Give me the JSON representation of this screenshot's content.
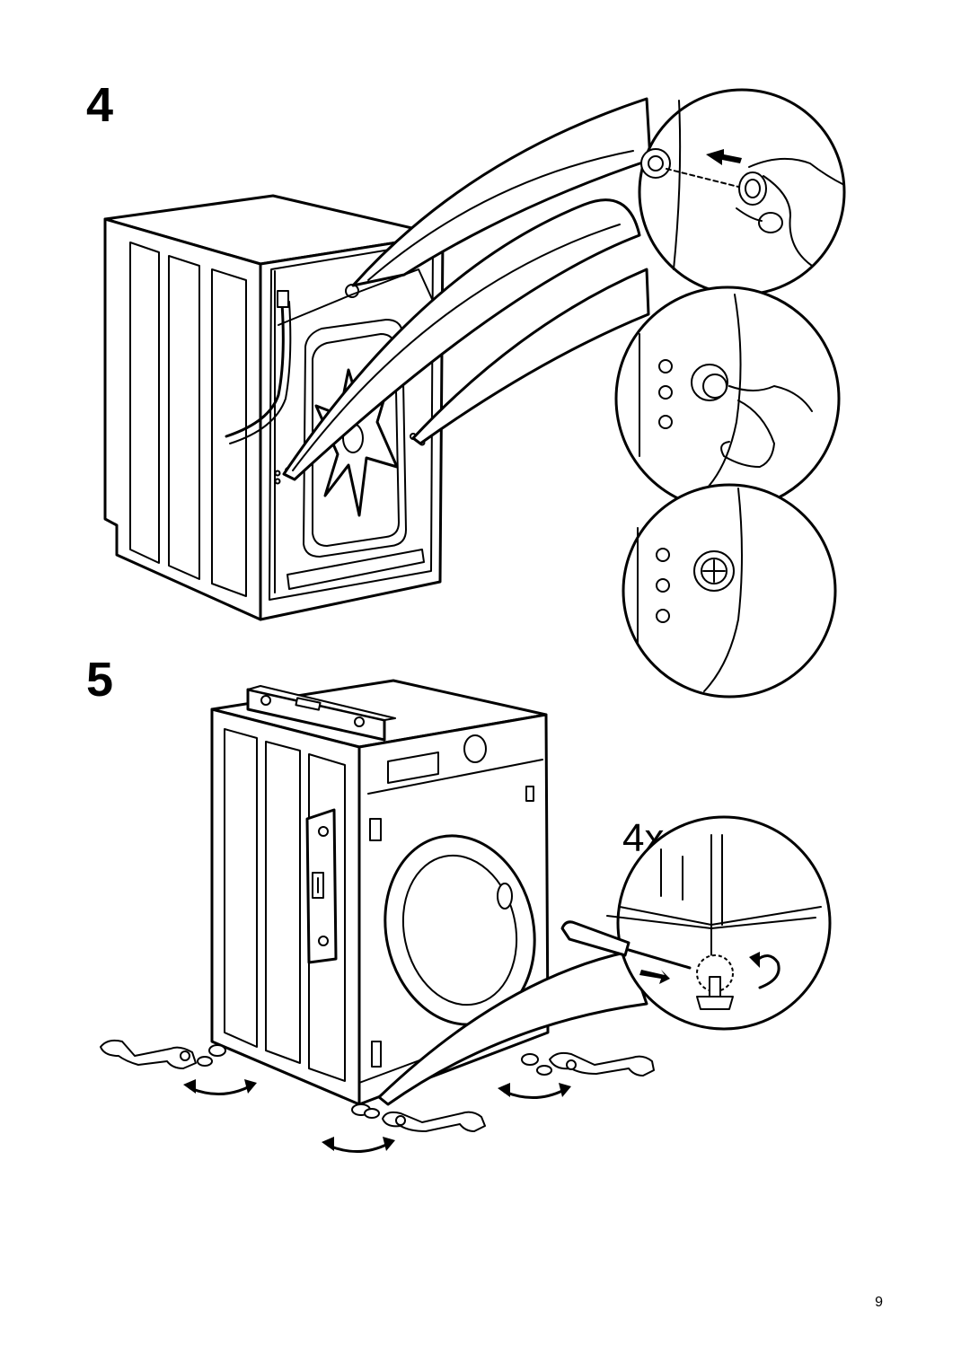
{
  "steps": [
    {
      "number": "4",
      "illustration": "remove-transit-bolts-insert-caps"
    },
    {
      "number": "5",
      "illustration": "level-appliance-adjust-feet"
    }
  ],
  "step5": {
    "quantity_label": "4x"
  },
  "footer": {
    "page_number": "9"
  }
}
